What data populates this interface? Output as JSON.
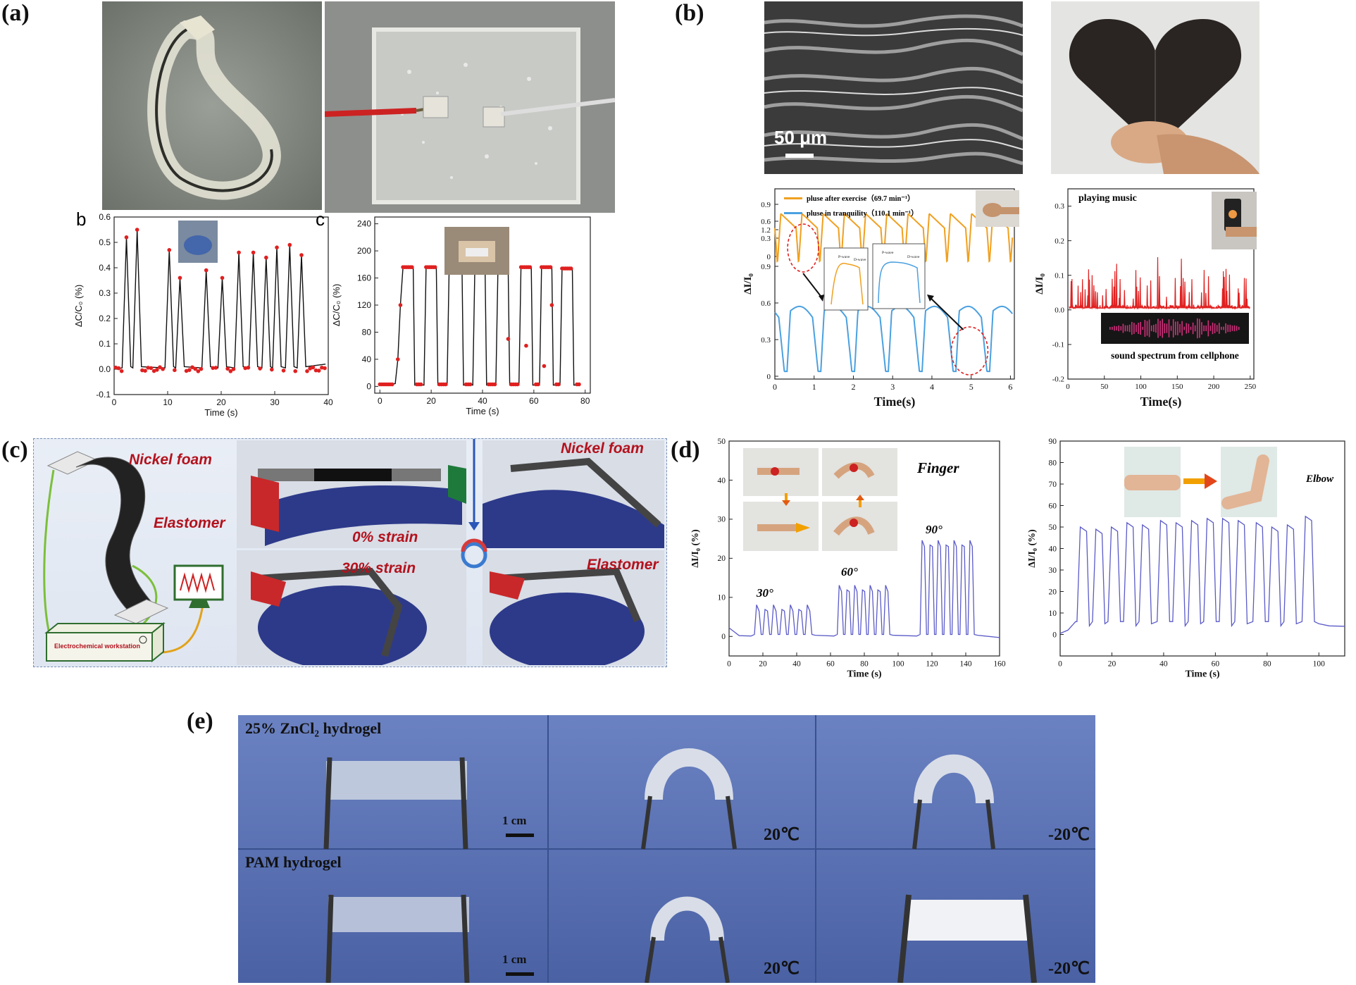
{
  "panel_labels": {
    "a": "(a)",
    "b": "(b)",
    "c": "(c)",
    "d": "(d)",
    "e": "(e)"
  },
  "panel_a": {
    "sub_b": "b",
    "sub_c": "c"
  },
  "panel_b": {
    "scale_bar": "50 μm",
    "legend_orange": "pluse after exercise（69.7 min⁻¹）",
    "legend_blue": "pluse in tranquility（110.1 min⁻¹）",
    "inset_peak1": "P-wave",
    "inset_peak2": "D-wave",
    "music_label": "playing music",
    "spectrum_label": "sound spectrum from cellphone"
  },
  "panel_c": {
    "nickel_foam_1": "Nickel foam",
    "elastomer_1": "Elastomer",
    "strain_0": "0% strain",
    "strain_30": "30% strain",
    "nickel_foam_2": "Nickel foam",
    "elastomer_2": "Elastomer",
    "workstation": "Electrochemical workstation"
  },
  "panel_d": {
    "finger": "Finger",
    "elbow": "Elbow",
    "angle_30": "30°",
    "angle_60": "60°",
    "angle_90": "90°"
  },
  "panel_e": {
    "zncl2_label": "25% ZnCl₂ hydrogel",
    "pam_label": "PAM hydrogel",
    "scale_1": "1 cm",
    "scale_2": "1 cm",
    "temp_1": "20℃",
    "temp_2": "-20℃",
    "temp_3": "20℃",
    "temp_4": "-20℃"
  },
  "chart_data": [
    {
      "id": "a-b",
      "type": "line",
      "xlabel": "Time (s)",
      "ylabel": "ΔC/C₀ (%)",
      "xlim": [
        0,
        40
      ],
      "ylim": [
        -0.1,
        0.6
      ],
      "xticks": [
        0,
        10,
        20,
        30,
        40
      ],
      "yticks": [
        -0.1,
        0.0,
        0.1,
        0.2,
        0.3,
        0.4,
        0.5,
        0.6
      ],
      "ytick_labels": [
        "-0.1",
        "0.0",
        "0.1",
        "0.2",
        "0.3",
        "0.4",
        "0.5",
        "0.6"
      ],
      "peaks": [
        [
          2.3,
          0.52
        ],
        [
          4.3,
          0.55
        ],
        [
          10.3,
          0.47
        ],
        [
          12.3,
          0.36
        ],
        [
          17.2,
          0.39
        ],
        [
          20.2,
          0.36
        ],
        [
          23.3,
          0.46
        ],
        [
          26.0,
          0.46
        ],
        [
          28.4,
          0.44
        ],
        [
          30.4,
          0.48
        ],
        [
          32.8,
          0.49
        ],
        [
          35.0,
          0.45
        ]
      ],
      "baseline": 0.0,
      "xmax_data": 39.5
    },
    {
      "id": "a-c",
      "type": "line",
      "xlabel": "Time (s)",
      "ylabel": "ΔC/C₀ (%)",
      "xlim": [
        -2,
        82
      ],
      "ylim": [
        -10,
        250
      ],
      "xticks": [
        0,
        20,
        40,
        60,
        80
      ],
      "yticks": [
        0,
        40,
        80,
        120,
        160,
        200,
        240
      ],
      "ytick_labels": [
        "0",
        "40",
        "80",
        "120",
        "160",
        "200",
        "240"
      ],
      "plateaus": [
        [
          9,
          13,
          176
        ],
        [
          18,
          22,
          176
        ],
        [
          27,
          32,
          174
        ],
        [
          37,
          41,
          175
        ],
        [
          46,
          50,
          174
        ],
        [
          55,
          59,
          176
        ],
        [
          63,
          67,
          176
        ],
        [
          71,
          75,
          174
        ]
      ],
      "baseline": 2,
      "xmax_data": 78
    },
    {
      "id": "b-pulse",
      "type": "line",
      "xlabel": "Time(s)",
      "ylabel": "ΔI/I₀",
      "xlim": [
        0,
        6.1
      ],
      "xticks": [
        0,
        1,
        2,
        3,
        4,
        5,
        6
      ],
      "ytick_labels": [
        "0",
        "0.3",
        "0.6",
        "0.9",
        "1.2",
        "0",
        "0.3",
        "0.6",
        "0.9"
      ],
      "orange_period": 0.54,
      "blue_period": 0.86
    },
    {
      "id": "b-music",
      "type": "line",
      "xlabel": "Time(s)",
      "ylabel": "ΔI/I₀",
      "xlim": [
        0,
        255
      ],
      "ylim": [
        -0.2,
        0.35
      ],
      "xticks": [
        0,
        50,
        100,
        150,
        200,
        250
      ],
      "yticks": [
        -0.2,
        -0.1,
        0.0,
        0.1,
        0.2,
        0.3
      ],
      "ytick_labels": [
        "-0.2",
        "-0.1",
        "0.0",
        "0.1",
        "0.2",
        "0.3"
      ]
    },
    {
      "id": "d-finger",
      "type": "line",
      "xlabel": "Time (s)",
      "ylabel": "ΔI/I₀ (%)",
      "xlim": [
        0,
        160
      ],
      "ylim": [
        -5,
        50
      ],
      "xticks": [
        0,
        20,
        40,
        60,
        80,
        100,
        120,
        140,
        160
      ],
      "yticks": [
        0,
        10,
        20,
        30,
        40,
        50
      ],
      "groups": [
        {
          "start": 15,
          "end": 50,
          "count": 7,
          "amp": 7.5
        },
        {
          "start": 64,
          "end": 96,
          "count": 7,
          "amp": 12.5
        },
        {
          "start": 113,
          "end": 146,
          "count": 7,
          "amp": 24
        }
      ]
    },
    {
      "id": "d-elbow",
      "type": "line",
      "xlabel": "Time (s)",
      "ylabel": "ΔI/I₀ (%)",
      "xlim": [
        0,
        110
      ],
      "ylim": [
        -10,
        90
      ],
      "xticks": [
        0,
        20,
        40,
        60,
        80,
        100
      ],
      "yticks": [
        0,
        10,
        20,
        30,
        40,
        50,
        60,
        70,
        80,
        90
      ],
      "peaks": [
        9,
        15,
        21,
        27,
        33,
        40,
        46,
        52,
        58,
        64,
        70,
        77,
        83,
        89,
        96
      ],
      "amps": [
        50,
        49,
        50,
        52,
        51,
        53,
        52,
        53,
        54,
        54,
        53,
        52,
        50,
        51,
        55
      ]
    }
  ]
}
